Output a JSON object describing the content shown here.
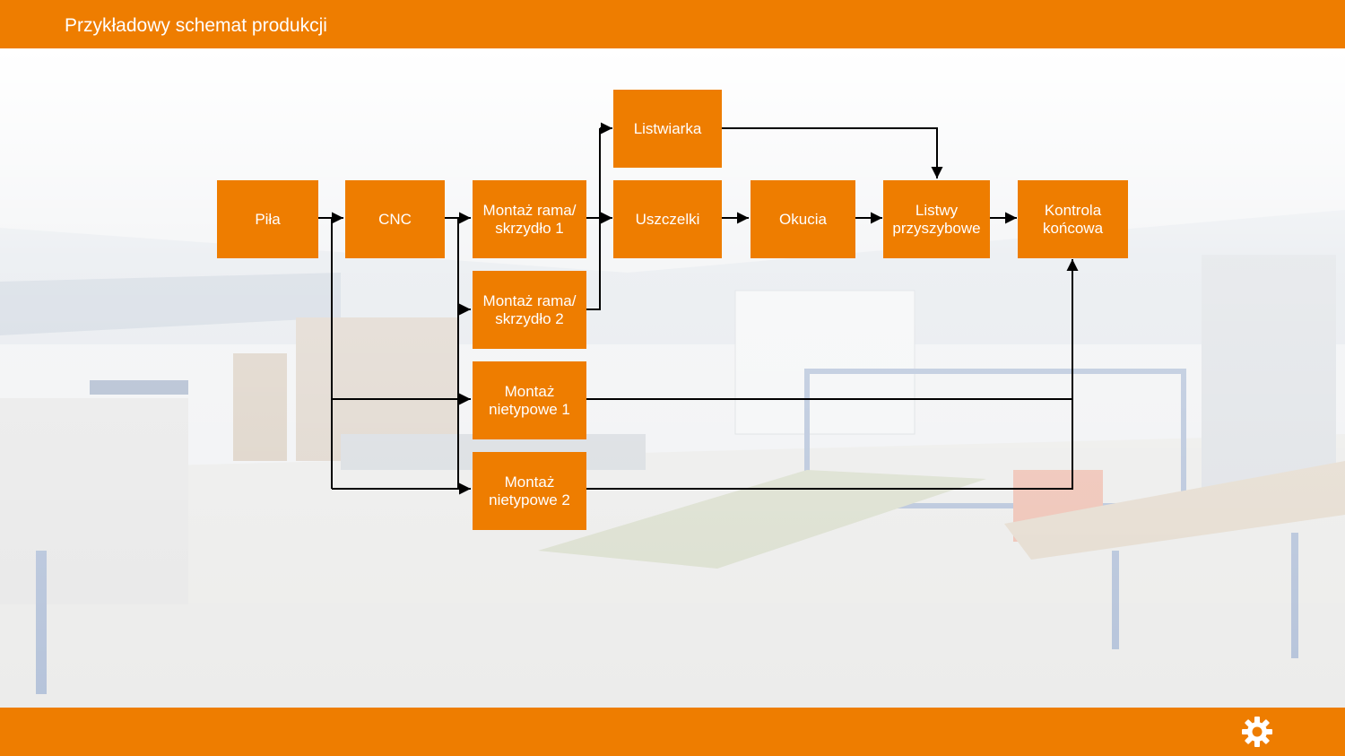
{
  "header": {
    "title": "Przykładowy schemat produkcji"
  },
  "footer": {
    "settings_icon": "gear-icon"
  },
  "colors": {
    "accent": "#ee7d00",
    "text_on_accent": "#ffffff",
    "connector": "#000000"
  },
  "diagram": {
    "nodes": {
      "pila": "Piła",
      "cnc": "CNC",
      "montaz_rama_1": "Montaż rama/\nskrzydło 1",
      "montaz_rama_2": "Montaż rama/\nskrzydło 2",
      "montaz_nietypowe_1": "Montaż\nnietypowe 1",
      "montaz_nietypowe_2": "Montaż\nnietypowe 2",
      "listwiarka": "Listwiarka",
      "uszczelki": "Uszczelki",
      "okucia": "Okucia",
      "listwy_przyszybowe": "Listwy\nprzyszybowe",
      "kontrola_koncowa": "Kontrola\nkońcowa"
    },
    "edges": [
      [
        "pila",
        "cnc"
      ],
      [
        "pila",
        "montaz_nietypowe_1"
      ],
      [
        "pila",
        "montaz_nietypowe_2"
      ],
      [
        "cnc",
        "montaz_rama_1"
      ],
      [
        "cnc",
        "montaz_rama_2"
      ],
      [
        "cnc",
        "montaz_nietypowe_1"
      ],
      [
        "cnc",
        "montaz_nietypowe_2"
      ],
      [
        "montaz_rama_1",
        "listwiarka"
      ],
      [
        "montaz_rama_1",
        "uszczelki"
      ],
      [
        "montaz_rama_2",
        "listwiarka"
      ],
      [
        "uszczelki",
        "okucia"
      ],
      [
        "okucia",
        "listwy_przyszybowe"
      ],
      [
        "listwiarka",
        "listwy_przyszybowe"
      ],
      [
        "listwy_przyszybowe",
        "kontrola_koncowa"
      ],
      [
        "montaz_nietypowe_1",
        "kontrola_koncowa"
      ],
      [
        "montaz_nietypowe_2",
        "kontrola_koncowa"
      ]
    ]
  }
}
